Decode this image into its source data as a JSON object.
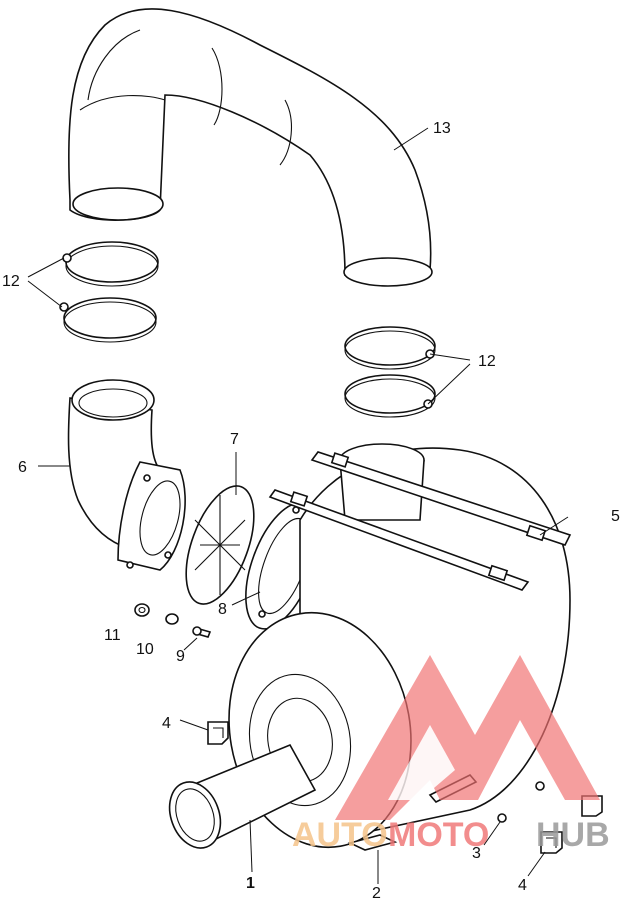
{
  "diagram": {
    "callouts": [
      {
        "id": "13",
        "text": "13"
      },
      {
        "id": "12a",
        "text": "12"
      },
      {
        "id": "12b",
        "text": "12"
      },
      {
        "id": "6",
        "text": "6"
      },
      {
        "id": "7",
        "text": "7"
      },
      {
        "id": "5",
        "text": "5"
      },
      {
        "id": "8",
        "text": "8"
      },
      {
        "id": "11",
        "text": "11"
      },
      {
        "id": "10",
        "text": "10"
      },
      {
        "id": "9",
        "text": "9"
      },
      {
        "id": "4a",
        "text": "4"
      },
      {
        "id": "1",
        "text": "1"
      },
      {
        "id": "2",
        "text": "2"
      },
      {
        "id": "3",
        "text": "3"
      },
      {
        "id": "4b",
        "text": "4"
      }
    ]
  },
  "watermark": {
    "part1": "AUTO",
    "part2": "MOTO",
    "part3": "HUB",
    "colors": {
      "auto": "#f5c48a",
      "moto": "#f07a7a",
      "hub": "#9a9a9a",
      "logo": "#f07070"
    }
  }
}
